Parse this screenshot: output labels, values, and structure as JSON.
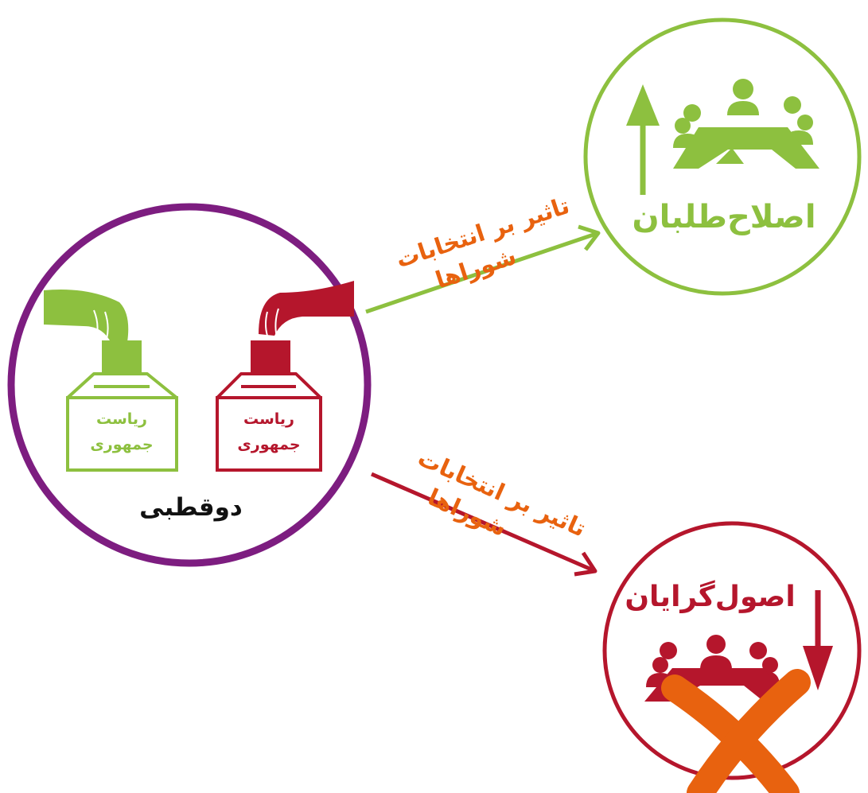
{
  "colors": {
    "green": "#8dc03f",
    "red": "#b5162c",
    "purple": "#7d1d80",
    "orange": "#e8620f",
    "black": "#111111"
  },
  "center": {
    "label": "دوقطبی",
    "ballot_green_line1": "ریاست",
    "ballot_green_line2": "جمهوری",
    "ballot_red_line1": "ریاست",
    "ballot_red_line2": "جمهوری"
  },
  "reformists": {
    "label": "اصلاح‌طلبان",
    "trend_icon": "arrow-up-icon",
    "group_icon": "meeting-group-icon"
  },
  "principlists": {
    "label": "اصول‌گرایان",
    "trend_icon": "arrow-down-icon",
    "group_icon": "meeting-group-icon",
    "cross_icon": "cross-mark-icon"
  },
  "arrow_top": {
    "line1": "تاثیر بر انتخابات",
    "line2": "شوراها"
  },
  "arrow_bottom": {
    "line1": "تاثیر بر انتخابات",
    "line2": "شوراها"
  }
}
